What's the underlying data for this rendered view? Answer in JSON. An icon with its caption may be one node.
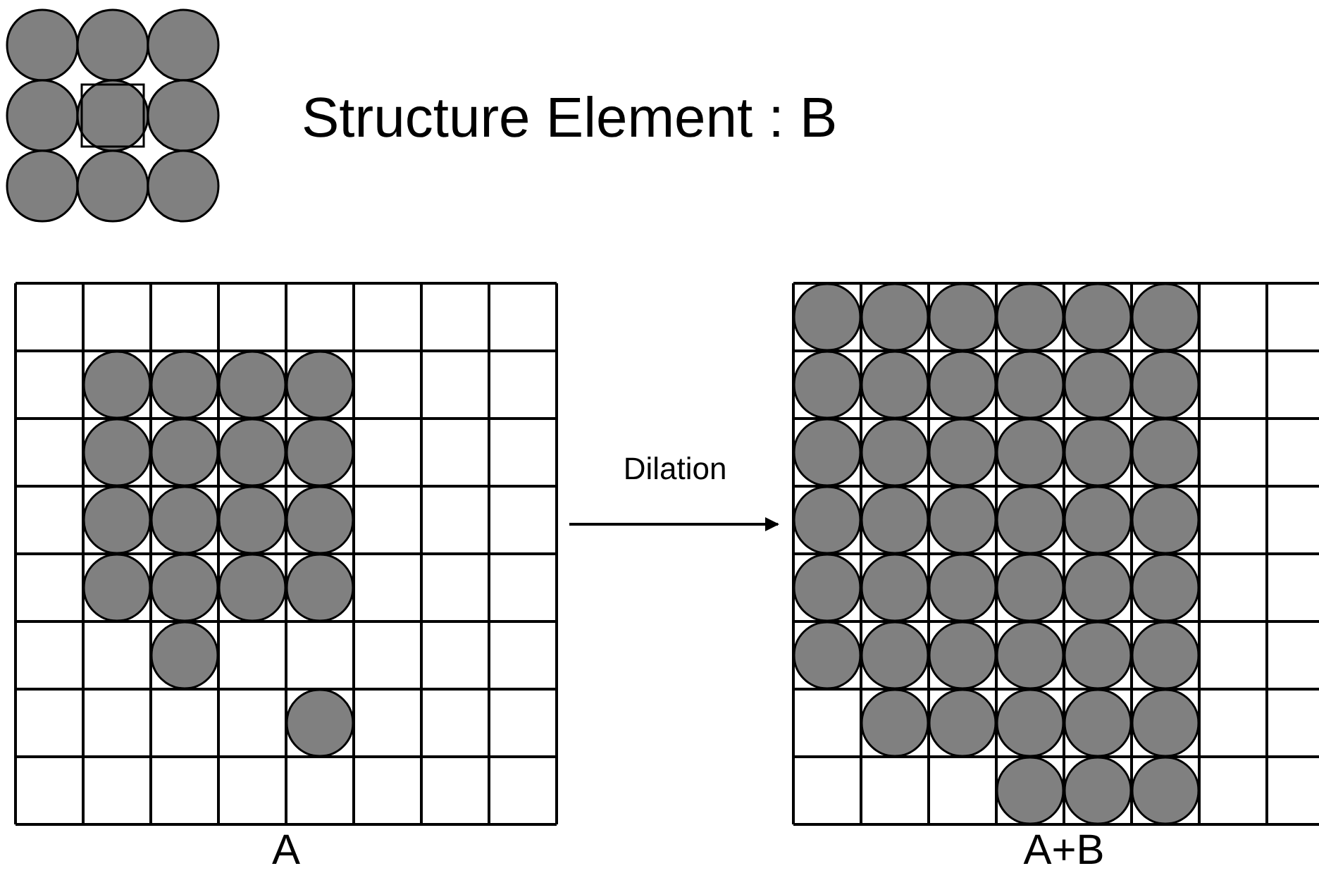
{
  "diagram": {
    "nodes": [
      {
        "text": [
          "A"
        ]
      },
      {
        "text": [
          "A+B"
        ]
      }
    ],
    "edges": [
      {
        "from": 0,
        "to": 1,
        "arrow": "to",
        "label": "Dilation"
      }
    ],
    "labels": [
      "Structure Element : B"
    ]
  }
}
